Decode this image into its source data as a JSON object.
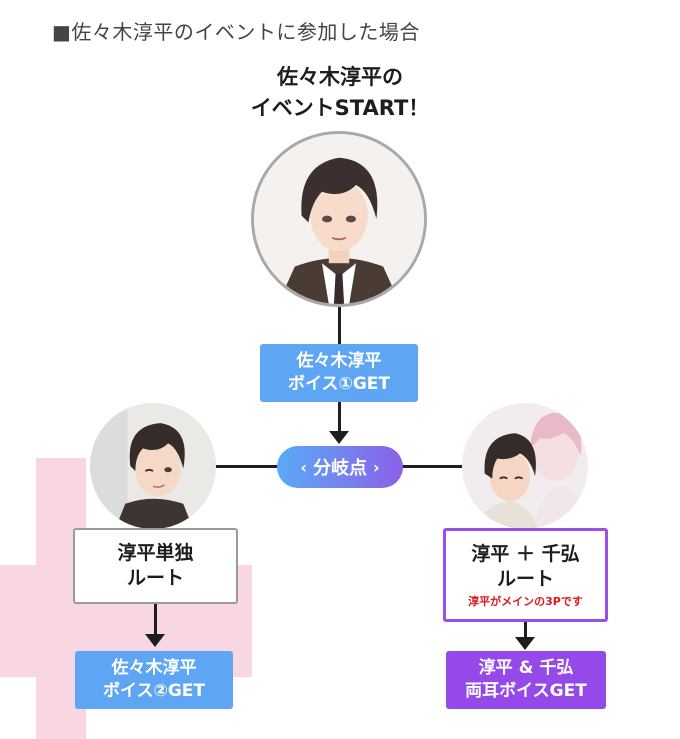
{
  "header": {
    "title": "■佐々木淳平のイベントに参加した場合"
  },
  "start": {
    "line1": "佐々木淳平の",
    "line2": "イベントSTART！"
  },
  "voice1": {
    "line1": "佐々木淳平",
    "line2": "ボイス①GET"
  },
  "branch": {
    "label": "分岐点",
    "left_chevron": "‹",
    "right_chevron": "›"
  },
  "route_solo": {
    "line1": "淳平単独",
    "line2": "ルート"
  },
  "voice2": {
    "line1": "佐々木淳平",
    "line2": "ボイス②GET"
  },
  "route_duo": {
    "line1": "淳平 ＋ 千弘",
    "line2": "ルート",
    "note": "淳平がメインの3Pです"
  },
  "voice_both": {
    "line1": "淳平 & 千弘",
    "line2": "両耳ボイスGET"
  },
  "colors": {
    "blue": "#5ea6f4",
    "purple": "#9449e8",
    "red_note": "#e0161b",
    "pink_deco": "#f9d7e2"
  }
}
